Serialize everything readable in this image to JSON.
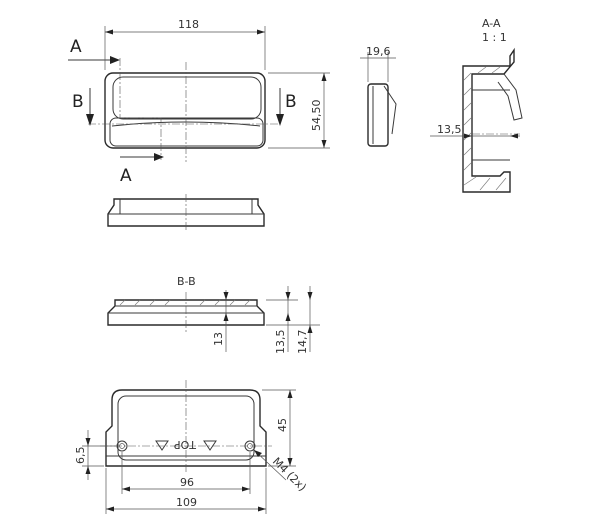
{
  "labels": {
    "section_aa": "A-A",
    "scale_aa": "1 : 1",
    "section_bb": "B-B",
    "letter_a_top": "A",
    "letter_a_bottom": "A",
    "letter_b_left": "B",
    "letter_b_right": "B",
    "top_mark": "TOP"
  },
  "dimensions": {
    "width_top": "118",
    "height_right": "54,50",
    "depth_side": "19,6",
    "aa_depth": "13,5",
    "bb_13": "13",
    "bb_13_5": "13,5",
    "bb_14_7": "14,7",
    "bottom_45": "45",
    "bottom_6_5": "6,5",
    "bottom_96": "96",
    "bottom_109": "109",
    "thread": "M4 (2x)"
  }
}
